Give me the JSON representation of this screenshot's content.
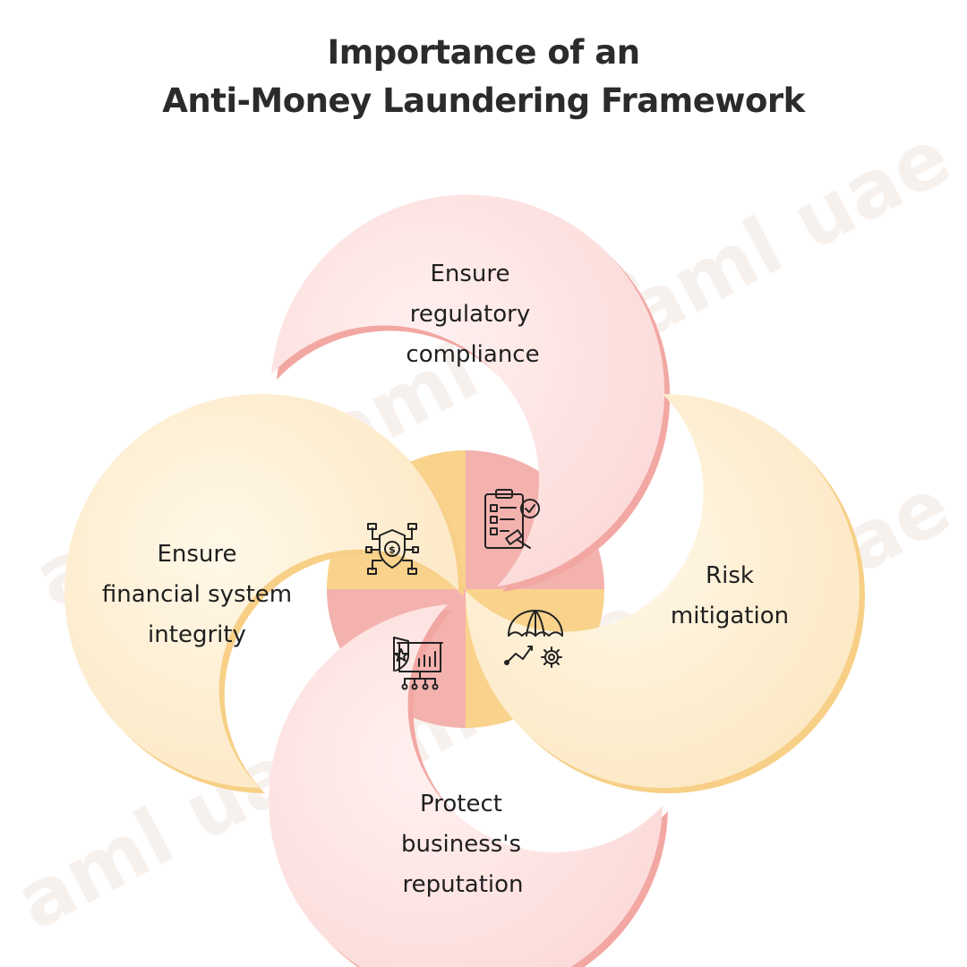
{
  "title": {
    "line1": "Importance of an",
    "line2": "Anti-Money Laundering Framework"
  },
  "watermark": "aml uae",
  "colors": {
    "pink_fill": "#fde3e2",
    "pink_edge": "#f2a7a3",
    "yellow_fill": "#fdf0d6",
    "yellow_edge": "#f7cf86",
    "center_pink": "#f4b2ae",
    "center_yellow": "#f9d38c",
    "text": "#1f1f1f"
  },
  "petals": [
    {
      "id": "top",
      "lines": [
        "Ensure",
        "regulatory",
        "compliance"
      ],
      "icon": "clipboard-checklist-gavel-icon"
    },
    {
      "id": "right",
      "lines": [
        "Risk",
        "mitigation"
      ],
      "icon": "umbrella-gear-icon"
    },
    {
      "id": "bottom",
      "lines": [
        "Protect",
        "business's",
        "reputation"
      ],
      "icon": "presentation-shield-star-icon"
    },
    {
      "id": "left",
      "lines": [
        "Ensure",
        "financial system",
        "integrity"
      ],
      "icon": "shield-dollar-network-icon"
    }
  ]
}
